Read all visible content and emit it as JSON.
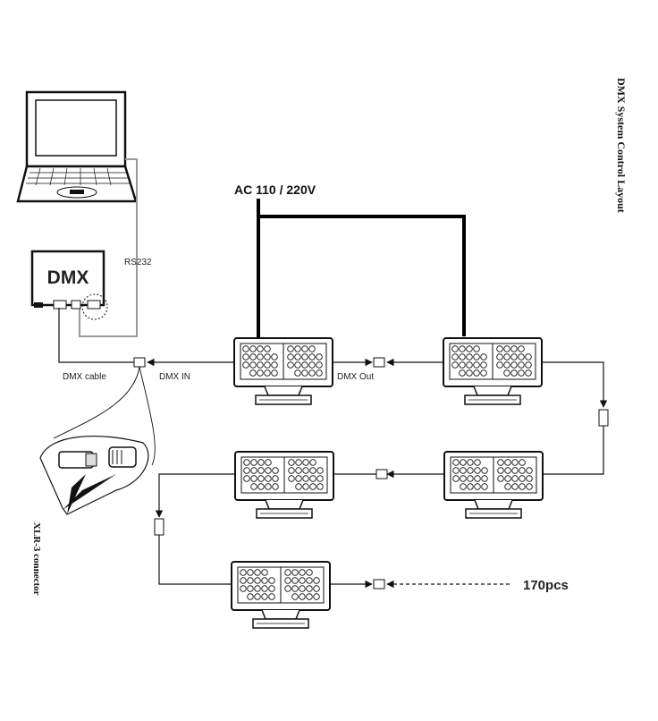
{
  "title": "DMX System Control Layout",
  "power_label": "AC 110 / 220V",
  "controller_label": "DMX",
  "rs232_label": "RS232",
  "dmx_cable_label": "DMX cable",
  "dmx_in_label": "DMX IN",
  "dmx_out_label": "DMX Out",
  "connector_label": "XLR-3 connector",
  "count_label": "170pcs"
}
